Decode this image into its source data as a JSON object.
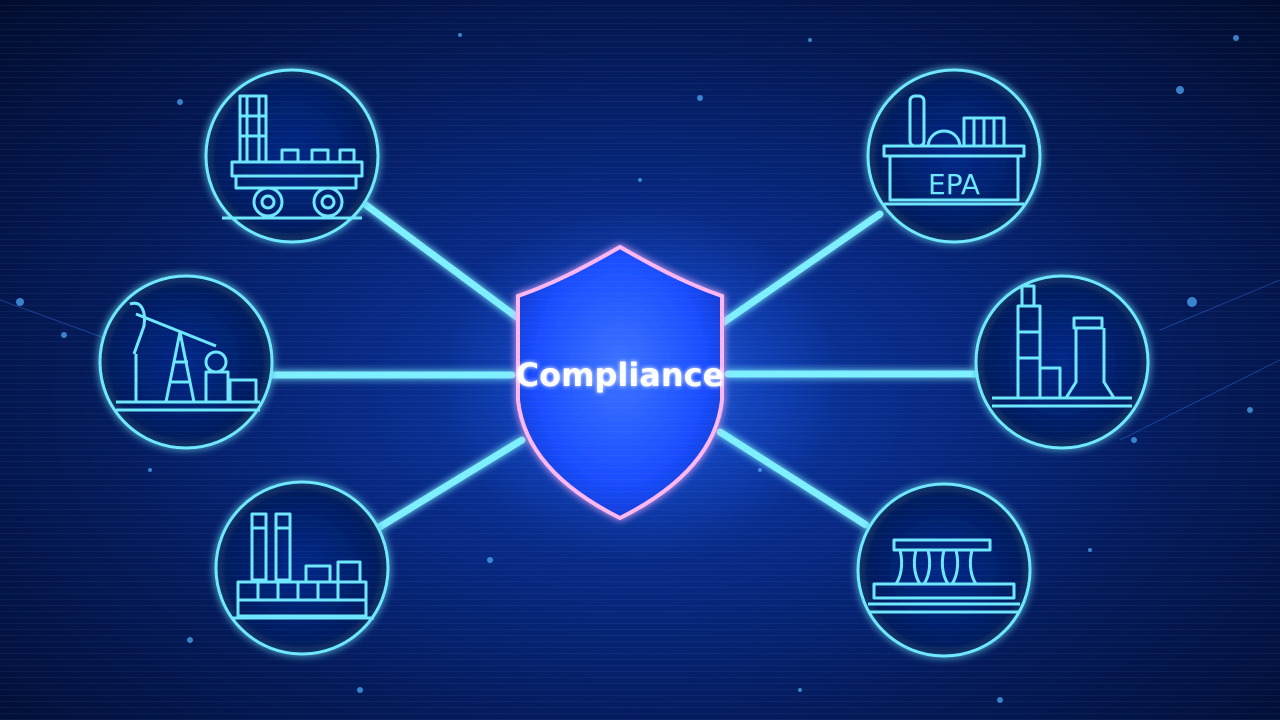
{
  "shield": {
    "label": "Compliance"
  },
  "nodes": [
    {
      "id": "mining-equipment",
      "side": "left",
      "icon": "mining-equipment-icon",
      "label": ""
    },
    {
      "id": "oil-pumpjack",
      "side": "left",
      "icon": "oil-pumpjack-icon",
      "label": ""
    },
    {
      "id": "refinery-towers",
      "side": "left",
      "icon": "refinery-towers-icon",
      "label": ""
    },
    {
      "id": "epa-building",
      "side": "right",
      "icon": "epa-building-icon",
      "label": "EPA"
    },
    {
      "id": "power-plant",
      "side": "right",
      "icon": "power-plant-icon",
      "label": ""
    },
    {
      "id": "cooling-towers",
      "side": "right",
      "icon": "cooling-towers-icon",
      "label": ""
    }
  ],
  "colors": {
    "background": "#041a58",
    "accent": "#5fe7ff",
    "shield_outline": "#ffb7f2",
    "shield_fill": "#1a4dff"
  }
}
